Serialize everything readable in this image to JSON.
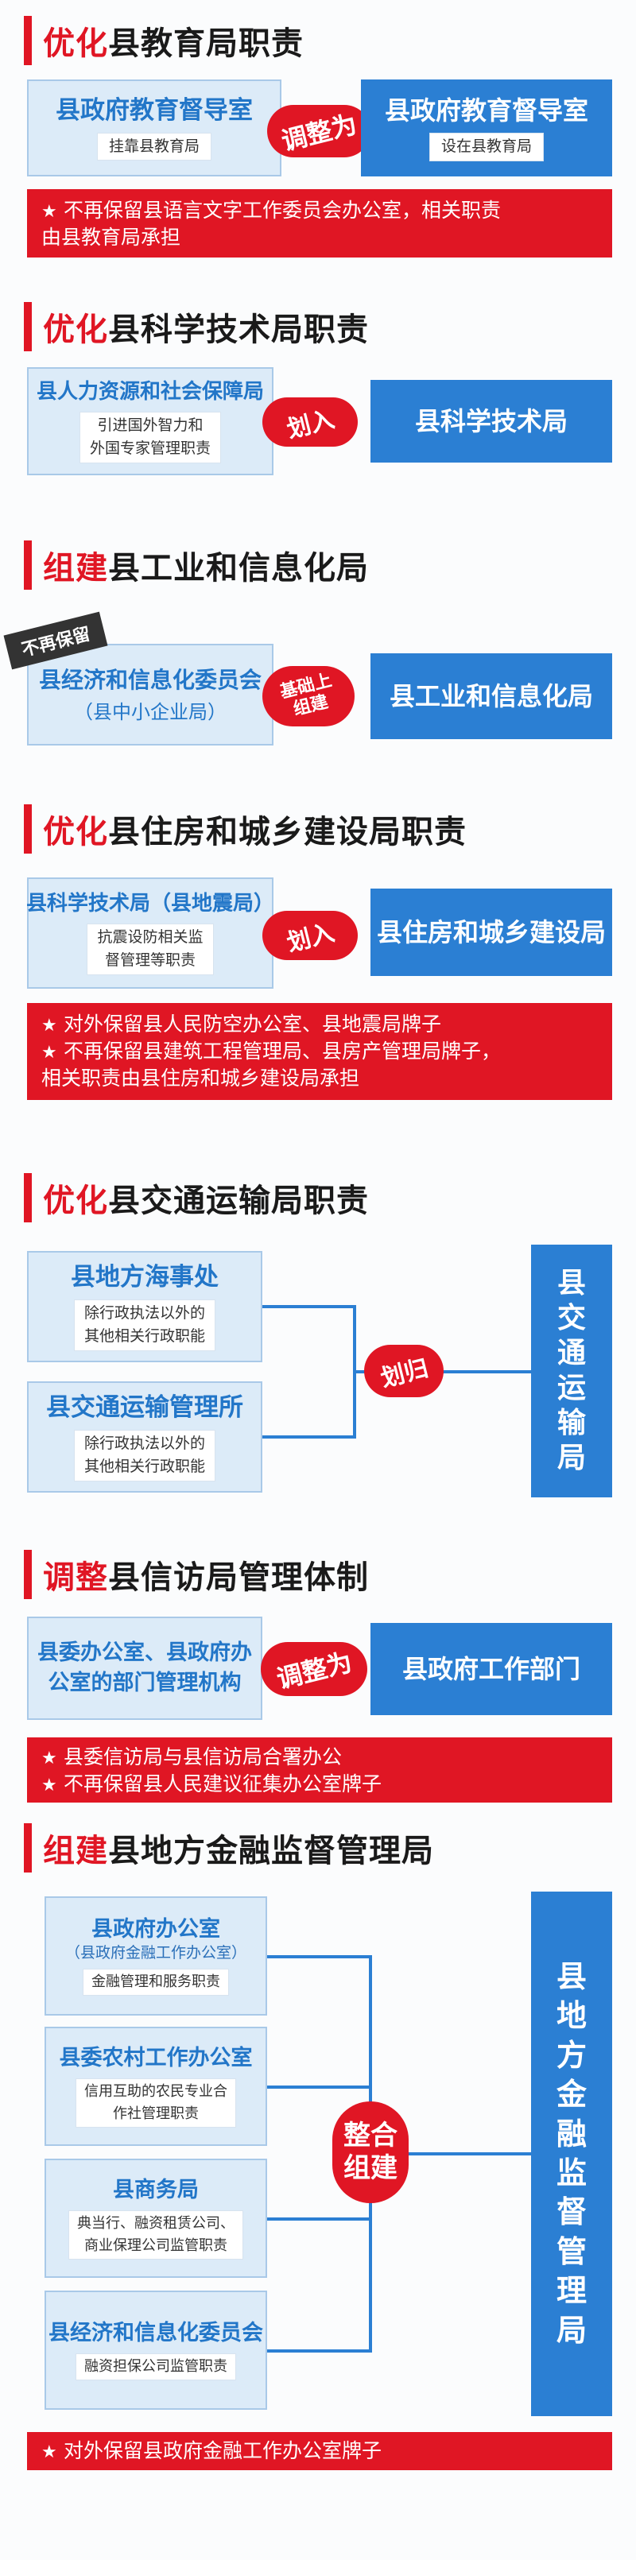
{
  "sections": [
    {
      "hl": "优化",
      "rest": "县教育局职责",
      "left": {
        "name": "县政府教育督导室",
        "sub": "挂靠县教育局"
      },
      "action": "调整为",
      "right": {
        "name": "县政府教育督导室",
        "sub": "设在县教育局"
      },
      "notes": [
        "不再保留县语言文字工作委员会办公室，相关职责",
        "由县教育局承担"
      ]
    },
    {
      "hl": "优化",
      "rest": "县科学技术局职责",
      "left": {
        "name": "县人力资源和社会保障局",
        "sub1": "引进国外智力和",
        "sub2": "外国专家管理职责"
      },
      "action": "划入",
      "right": {
        "name": "县科学技术局"
      }
    },
    {
      "hl": "组建",
      "rest": "县工业和信息化局",
      "tag": "不再保留",
      "left": {
        "name": "县经济和信息化委员会",
        "sub": "（县中小企业局）"
      },
      "action1": "基础上",
      "action2": "组建",
      "right": {
        "name": "县工业和信息化局"
      }
    },
    {
      "hl": "优化",
      "rest": "县住房和城乡建设局职责",
      "left": {
        "name": "县科学技术局（县地震局）",
        "sub1": "抗震设防相关监",
        "sub2": "督管理等职责"
      },
      "action": "划入",
      "right": {
        "name": "县住房和城乡建设局"
      },
      "notes": [
        "对外保留县人民防空办公室、县地震局牌子",
        "不再保留县建筑工程管理局、县房产管理局牌子，",
        "相关职责由县住房和城乡建设局承担"
      ]
    },
    {
      "hl": "优化",
      "rest": "县交通运输局职责",
      "left1": {
        "name": "县地方海事处",
        "sub1": "除行政执法以外的",
        "sub2": "其他相关行政职能"
      },
      "left2": {
        "name": "县交通运输管理所",
        "sub1": "除行政执法以外的",
        "sub2": "其他相关行政职能"
      },
      "action": "划归",
      "right": {
        "name": "县交通运输局"
      }
    },
    {
      "hl": "调整",
      "rest": "县信访局管理体制",
      "left": {
        "line1": "县委办公室、县政府办",
        "line2": "公室的部门管理机构"
      },
      "action": "调整为",
      "right": {
        "name": "县政府工作部门"
      },
      "notes": [
        "县委信访局与县信访局合署办公",
        "不再保留县人民建议征集办公室牌子"
      ]
    },
    {
      "hl": "组建",
      "rest": "县地方金融监督管理局",
      "items": [
        {
          "name": "县政府办公室",
          "name2": "（县政府金融工作办公室）",
          "sub1": "金融管理和服务职责"
        },
        {
          "name": "县委农村工作办公室",
          "sub1": "信用互助的农民专业合",
          "sub2": "作社管理职责"
        },
        {
          "name": "县商务局",
          "sub1": "典当行、融资租赁公司、",
          "sub2": "商业保理公司监管职责"
        },
        {
          "name": "县经济和信息化委员会",
          "sub1": "融资担保公司监管职责"
        }
      ],
      "action1": "整合",
      "action2": "组建",
      "right": {
        "name": "县地方金融监督管理局"
      },
      "notes": [
        "对外保留县政府金融工作办公室牌子"
      ]
    }
  ],
  "colors": {
    "red": "#e01624",
    "blue": "#2b7fd3",
    "lightblue": "#dcebf8"
  }
}
